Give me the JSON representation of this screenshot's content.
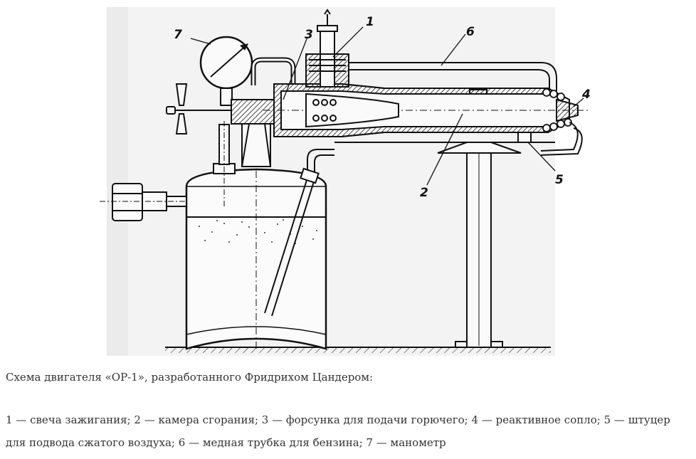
{
  "diagram": {
    "callouts": [
      "1",
      "2",
      "3",
      "4",
      "5",
      "6",
      "7"
    ]
  },
  "caption": {
    "title": "Схема двигателя «ОР-1», разработанного Фридрихом Цандером:",
    "legend_line_1": "1 — свеча зажигания; 2 — камера сгорания; 3 — форсунка для подачи горючего; 4 — реактивное сопло; 5 — штуцер",
    "legend_line_2": "для подвода сжатого воздуха; 6 — медная трубка для бензина; 7 — манометр"
  }
}
